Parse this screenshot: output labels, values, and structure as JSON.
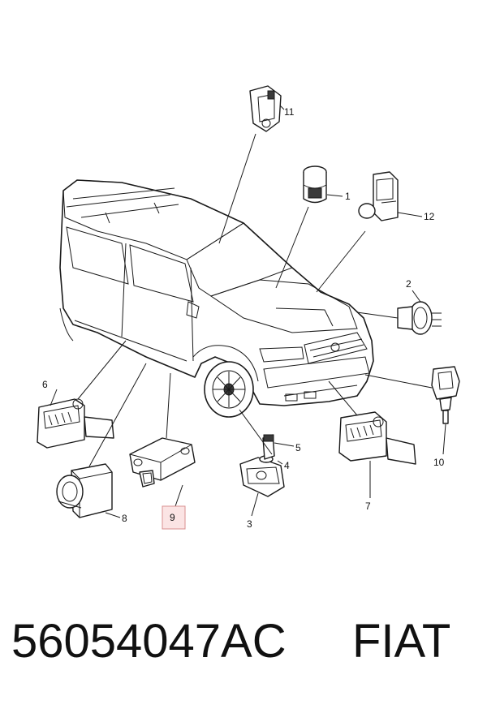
{
  "callouts": {
    "c1": "1",
    "c2": "2",
    "c3": "3",
    "c4": "4",
    "c5": "5",
    "c6": "6",
    "c7": "7",
    "c8": "8",
    "c9": "9",
    "c10": "10",
    "c11": "11",
    "c12": "12"
  },
  "highlighted_callout": "9",
  "footer": {
    "part_number": "56054047AC",
    "brand": "FIAT"
  },
  "colors": {
    "highlight_fill": "#fbe4e4",
    "highlight_border": "#d98f8f",
    "line": "#1a1a1a"
  }
}
